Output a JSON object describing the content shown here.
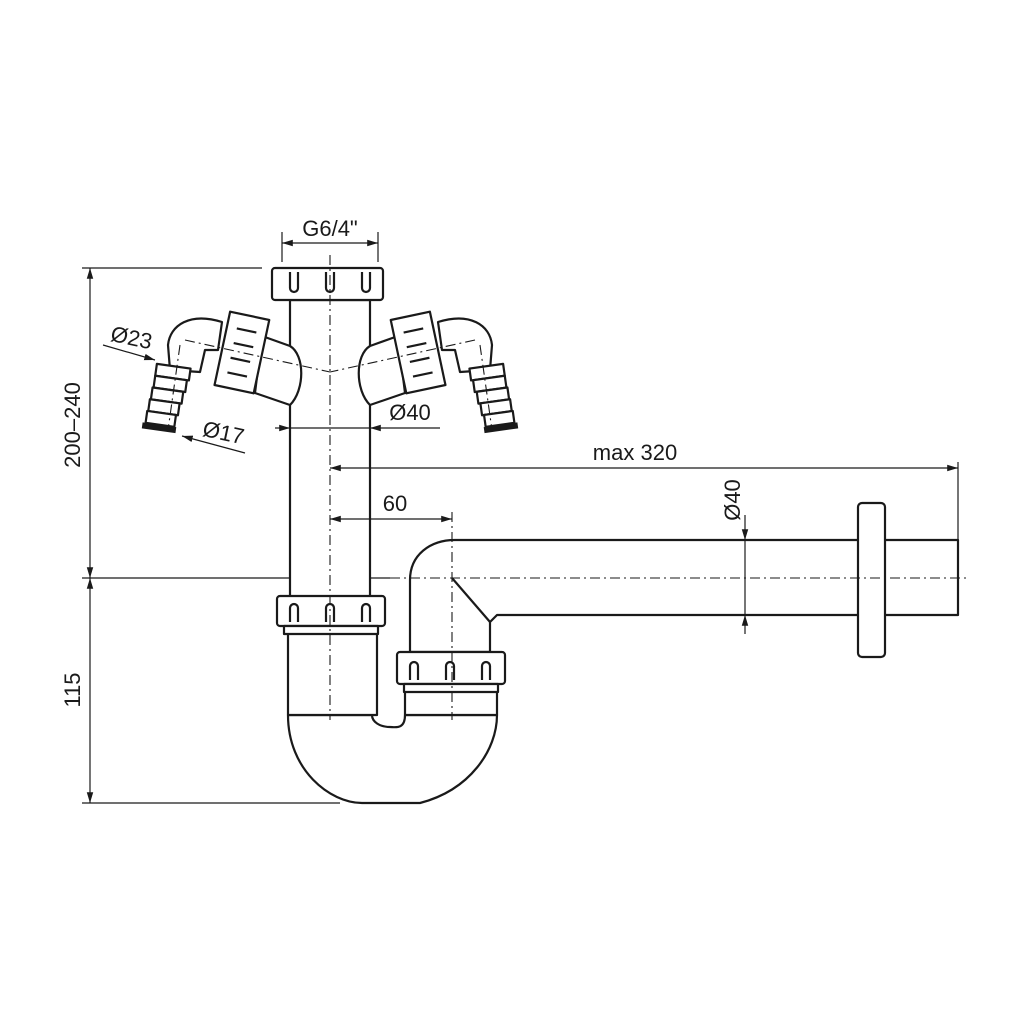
{
  "title": "Sink siphon with two appliance connections",
  "dimensions": {
    "thread": "G6/4\"",
    "height_upper": "200–240",
    "height_lower": "115",
    "hose_outer": "Ø23",
    "hose_inner": "Ø17",
    "pipe_vertical": "Ø40",
    "pipe_horizontal": "Ø40",
    "max_length": "max 320",
    "offset": "60"
  },
  "colors": {
    "line": "#1a1a1a",
    "background": "#ffffff"
  }
}
